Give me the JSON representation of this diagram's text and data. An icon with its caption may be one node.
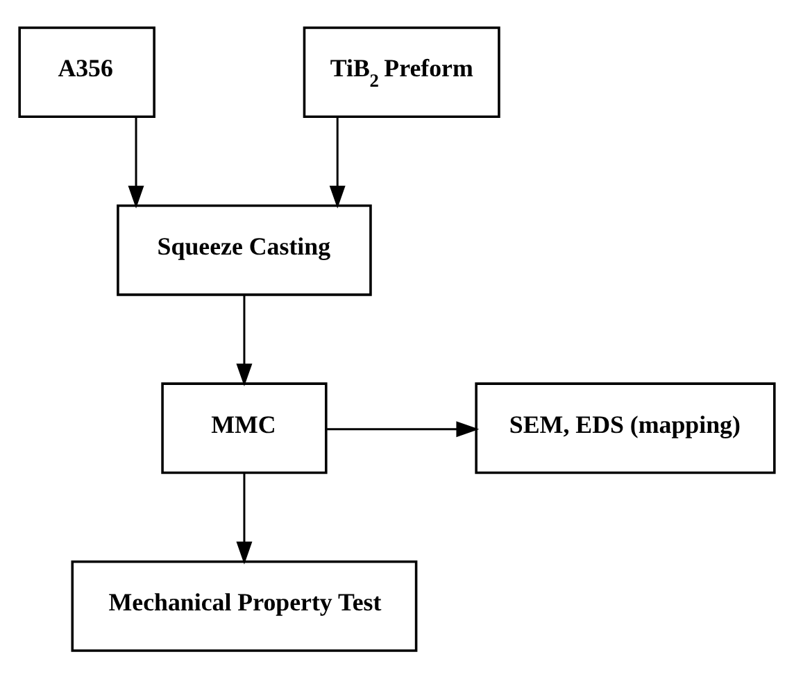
{
  "diagram": {
    "nodes": [
      {
        "text": [
          "A356"
        ]
      },
      {
        "text": [
          "TiB$_{2}$ Preform"
        ]
      },
      {
        "text": [
          "Squeeze Casting"
        ]
      },
      {
        "text": [
          "MMC"
        ]
      },
      {
        "text": [
          "SEM, EDS (mapping)"
        ]
      },
      {
        "text": [
          "Mechanical Property Test"
        ]
      }
    ],
    "edges": [
      {
        "from": 0,
        "to": 2,
        "arrow": "to"
      },
      {
        "from": 1,
        "to": 2,
        "arrow": "to"
      },
      {
        "from": 2,
        "to": 3,
        "arrow": "to"
      },
      {
        "from": 3,
        "to": 4,
        "arrow": "to"
      },
      {
        "from": 3,
        "to": 5,
        "arrow": "to"
      }
    ]
  }
}
